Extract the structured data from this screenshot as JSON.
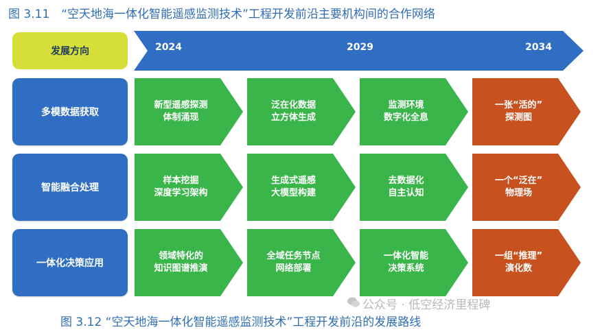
{
  "captions": {
    "top": "图 3.11　“空天地海一体化智能遥感监测技术”工程开发前沿主要机构间的合作网络",
    "bottom": "图 3.12 “空天地海一体化智能遥感监测技术”工程开发前沿的发展路线"
  },
  "header": {
    "direction_label": "发展方向",
    "years": [
      "2024",
      "2029",
      "2034"
    ]
  },
  "rows": [
    {
      "label": "多模数据获取",
      "cells": [
        "新型遥感探测\n体制涌现",
        "泛在化数据\n立方体生成",
        "监测环境\n数字化全息",
        "一张“活的”\n探测图"
      ]
    },
    {
      "label": "智能融合处理",
      "cells": [
        "样本挖掘\n深度学习架构",
        "生成式遥感\n大模型构建",
        "去数据化\n自主认知",
        "一个“泛在”\n物理场"
      ]
    },
    {
      "label": "一体化决策应用",
      "cells": [
        "领域特化的\n知识图谱推演",
        "全域任务节点\n网络部署",
        "一体化智能\n决策系统",
        "一组“推理”\n演化数"
      ]
    }
  ],
  "watermark": "公众号 · 低空经济里程碑",
  "colors": {
    "timeline": "#2f6ec3",
    "direction_box": "#d6df3a",
    "row_box": "#2f6ec3",
    "green_cell": "#3ab54a",
    "orange_cell": "#c8521f",
    "caption_text": "#2f6db3"
  }
}
